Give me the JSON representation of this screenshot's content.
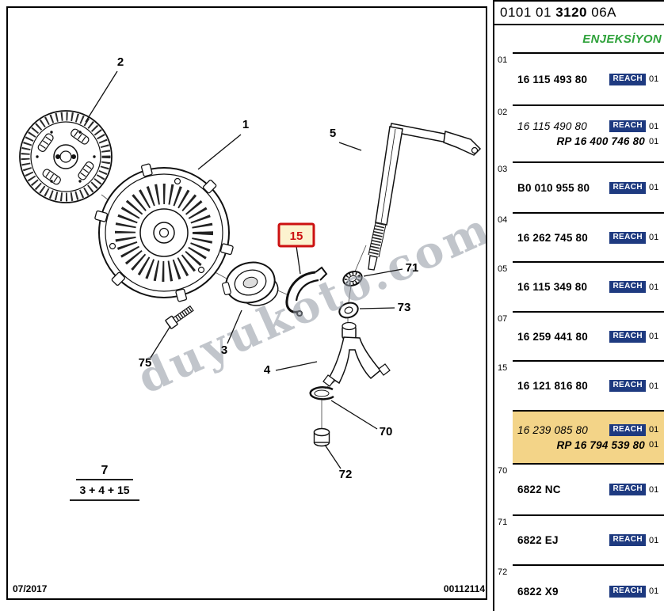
{
  "colors": {
    "reach_badge_bg": "#1e3a80",
    "reach_badge_text": "#ffffff",
    "highlight_row_bg": "#f3d488",
    "callout_red": "#cc1111",
    "section_green": "#2fa23b",
    "watermark_gray": "#8f97a1"
  },
  "diagram": {
    "watermark": "duyukoto.com",
    "footer": {
      "date": "07/2017",
      "doc_number": "00112114"
    },
    "labels": {
      "p1": "1",
      "p2": "2",
      "p3": "3",
      "p4": "4",
      "p5": "5",
      "p15": "15",
      "p70": "70",
      "p71": "71",
      "p72": "72",
      "p73": "73",
      "p75": "75"
    },
    "combo": {
      "group": "7",
      "formula": "3 + 4 + 15"
    }
  },
  "panel": {
    "header": {
      "prefix": "0101 01 ",
      "bold": "3120",
      "suffix": " 06A"
    },
    "section_title": "ENJEKSİYON",
    "reach_label": "REACH",
    "rows": [
      {
        "index": "01",
        "lines": [
          {
            "part": "16 115 493 80",
            "qty": "01"
          }
        ]
      },
      {
        "index": "02",
        "lines": [
          {
            "part": "16 115 490 80",
            "qty": "01"
          },
          {
            "part": "RP 16 400 746 80",
            "qty": "01"
          }
        ]
      },
      {
        "index": "03",
        "lines": [
          {
            "part": "B0 010 955 80",
            "qty": "01"
          }
        ]
      },
      {
        "index": "04",
        "lines": [
          {
            "part": "16 262 745 80",
            "qty": "01"
          }
        ]
      },
      {
        "index": "05",
        "lines": [
          {
            "part": "16 115 349 80",
            "qty": "01"
          }
        ]
      },
      {
        "index": "07",
        "lines": [
          {
            "part": "16 259 441 80",
            "qty": "01"
          }
        ]
      },
      {
        "index": "15",
        "lines": [
          {
            "part": "16 121 816 80",
            "qty": "01"
          }
        ]
      },
      {
        "index": "",
        "highlight": true,
        "lines": [
          {
            "part": "16 239 085 80",
            "qty": "01"
          },
          {
            "part": "RP 16 794 539 80",
            "qty": "01"
          }
        ]
      },
      {
        "index": "70",
        "lines": [
          {
            "part": "6822 NC",
            "qty": "01"
          }
        ]
      },
      {
        "index": "71",
        "lines": [
          {
            "part": "6822 EJ",
            "qty": "01"
          }
        ]
      },
      {
        "index": "72",
        "lines": [
          {
            "part": "6822 X9",
            "qty": "01"
          }
        ]
      }
    ]
  }
}
